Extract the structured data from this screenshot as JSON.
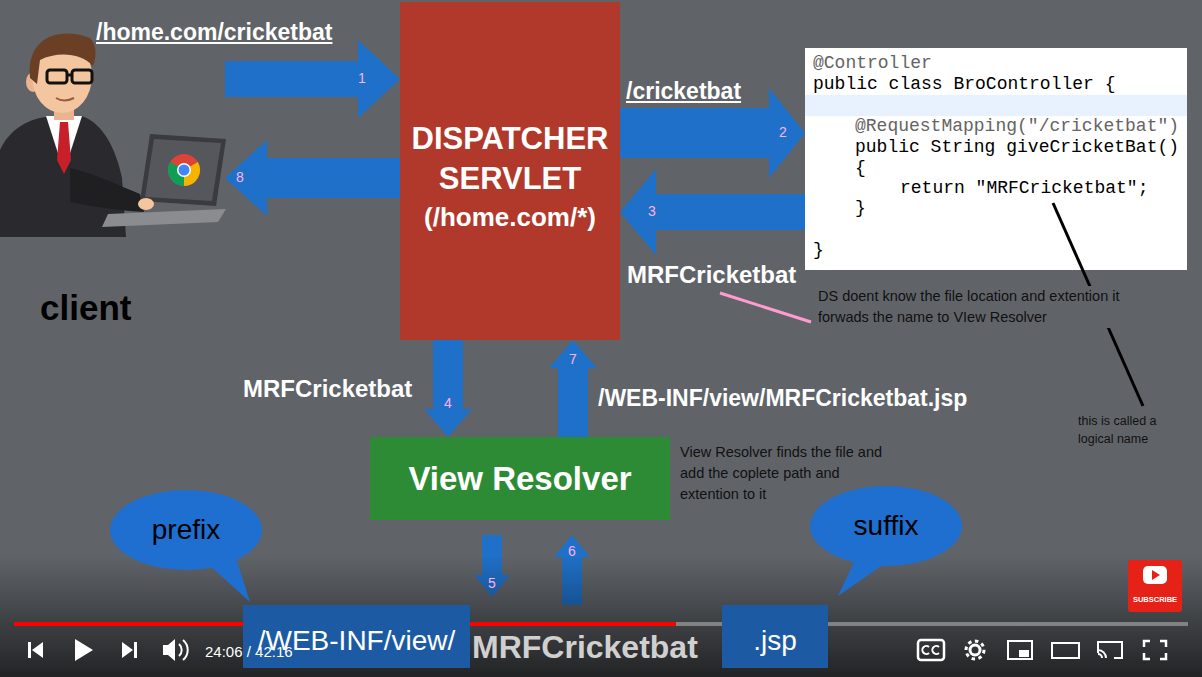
{
  "diagram": {
    "nodes": [
      {
        "text": [
          "client"
        ]
      },
      {
        "text": [
          "DISPATCHER SERVLET",
          "(/home.com/*)"
        ]
      },
      {
        "text": [
          "@Controller",
          "public class BroController {",
          "@RequestMapping(\"/cricketbat\")",
          "public String giveCricketBat()",
          "{",
          "return \"MRFCricketbat\";",
          "}",
          "}"
        ]
      },
      {
        "text": [
          "View Resolver"
        ]
      },
      {
        "text": [
          "prefix"
        ]
      },
      {
        "text": [
          "suffix"
        ]
      },
      {
        "text": [
          "/WEB-INF/view/"
        ]
      },
      {
        "text": [
          ".jsp"
        ]
      }
    ],
    "edges": [
      {
        "from": 0,
        "to": 1,
        "arrow": "to",
        "label": "/home.com/cricketbat"
      },
      {
        "from": 1,
        "to": 2,
        "arrow": "to",
        "label": "/cricketbat"
      },
      {
        "from": 2,
        "to": 1,
        "arrow": "to",
        "label": "MRFCricketbat"
      },
      {
        "from": 1,
        "to": 3,
        "arrow": "to",
        "label": "MRFCricketbat"
      },
      {
        "from": 3,
        "to": 1,
        "arrow": "to",
        "label": "/WEB-INF/view/MRFCricketbat.jsp"
      },
      {
        "from": 1,
        "to": 0,
        "arrow": "to"
      }
    ],
    "labels": [
      "1",
      "2",
      "3",
      "4",
      "5",
      "6",
      "7",
      "8",
      "DS doent know the file location and extention it forwads the name to VIew Resolver",
      "View Resolver finds the file and add the coplete path and extention to it",
      "this is called a logical name",
      "MRFCricketbat",
      "24:06 / 42:16",
      "SUBSCRIBE"
    ]
  }
}
